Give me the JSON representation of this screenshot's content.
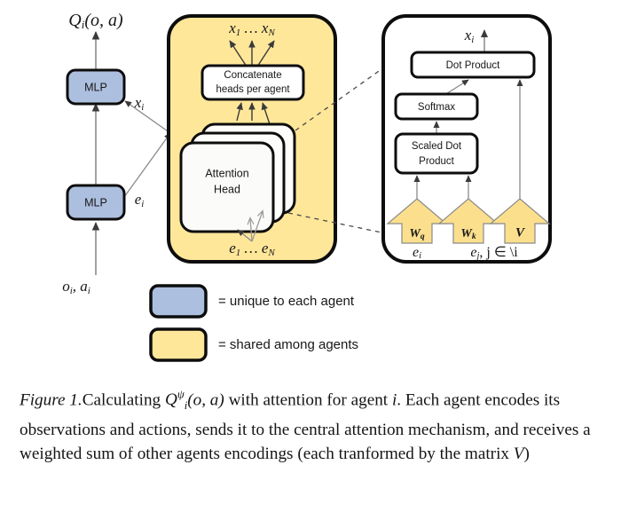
{
  "figure": {
    "caption": {
      "label": "Figure 1.",
      "text_part_1": "Calculating ",
      "q_symbol": "Q",
      "q_superscript": "ψ",
      "q_subscript": "i",
      "q_args": "(o, a)",
      "text_part_2": " with attention for agent ",
      "agent_symbol": "i",
      "text_part_3": ". Each agent encodes its observations and actions, sends it to the central attention mechanism, and receives a weighted sum of other agents encodings (each tranformed by the matrix ",
      "v_symbol": "V",
      "text_part_4": ")"
    }
  },
  "colors": {
    "agent_blue": "#adbfdf",
    "shared_yellow": "#ffe79a",
    "arrow_yellow": "#fbdf8d",
    "outline_black": "#0d0d0d",
    "connector_gray": "#6e6e6e",
    "panel_white": "#ffffff",
    "head_white": "#fbfbf9"
  },
  "left_column": {
    "output_label": "Q",
    "output_sub": "i",
    "output_args": "(o, a)",
    "mlp_top_label": "MLP",
    "mlp_bottom_label": "MLP",
    "input_label": "o",
    "input_sub_1": "i",
    "input_label_2": ", a",
    "input_sub_2": "i",
    "edge_top_label": "x",
    "edge_top_sub": "i",
    "edge_bottom_label": "e",
    "edge_bottom_sub": "i"
  },
  "shared_panel": {
    "title_outputs": "x",
    "outputs_sub_1": "1",
    "outputs_mid": " … x",
    "outputs_sub_2": "N",
    "concat_line_1": "Concatenate",
    "concat_line_2": "heads per agent",
    "head_line_1": "Attention",
    "head_line_2": "Head",
    "inputs": "e",
    "inputs_sub_1": "1",
    "inputs_mid": " … e",
    "inputs_sub_2": "N"
  },
  "head_detail_panel": {
    "output_label": "x",
    "output_sub": "i",
    "dot_product": "Dot Product",
    "softmax": "Softmax",
    "scaled_dot_line_1": "Scaled Dot",
    "scaled_dot_line_2": "Product",
    "arrow_wq": "W",
    "arrow_wq_sub": "q",
    "arrow_wk": "W",
    "arrow_wk_sub": "k",
    "arrow_v": "V",
    "input_left": "e",
    "input_left_sub": "i",
    "input_right": "e",
    "input_right_sub": "j",
    "input_right_rest": ", j ∈ \\i"
  },
  "legend": {
    "items": [
      {
        "swatch": "agent_blue",
        "text": "= unique to each agent"
      },
      {
        "swatch": "shared_yellow",
        "text": "= shared among agents"
      }
    ]
  }
}
